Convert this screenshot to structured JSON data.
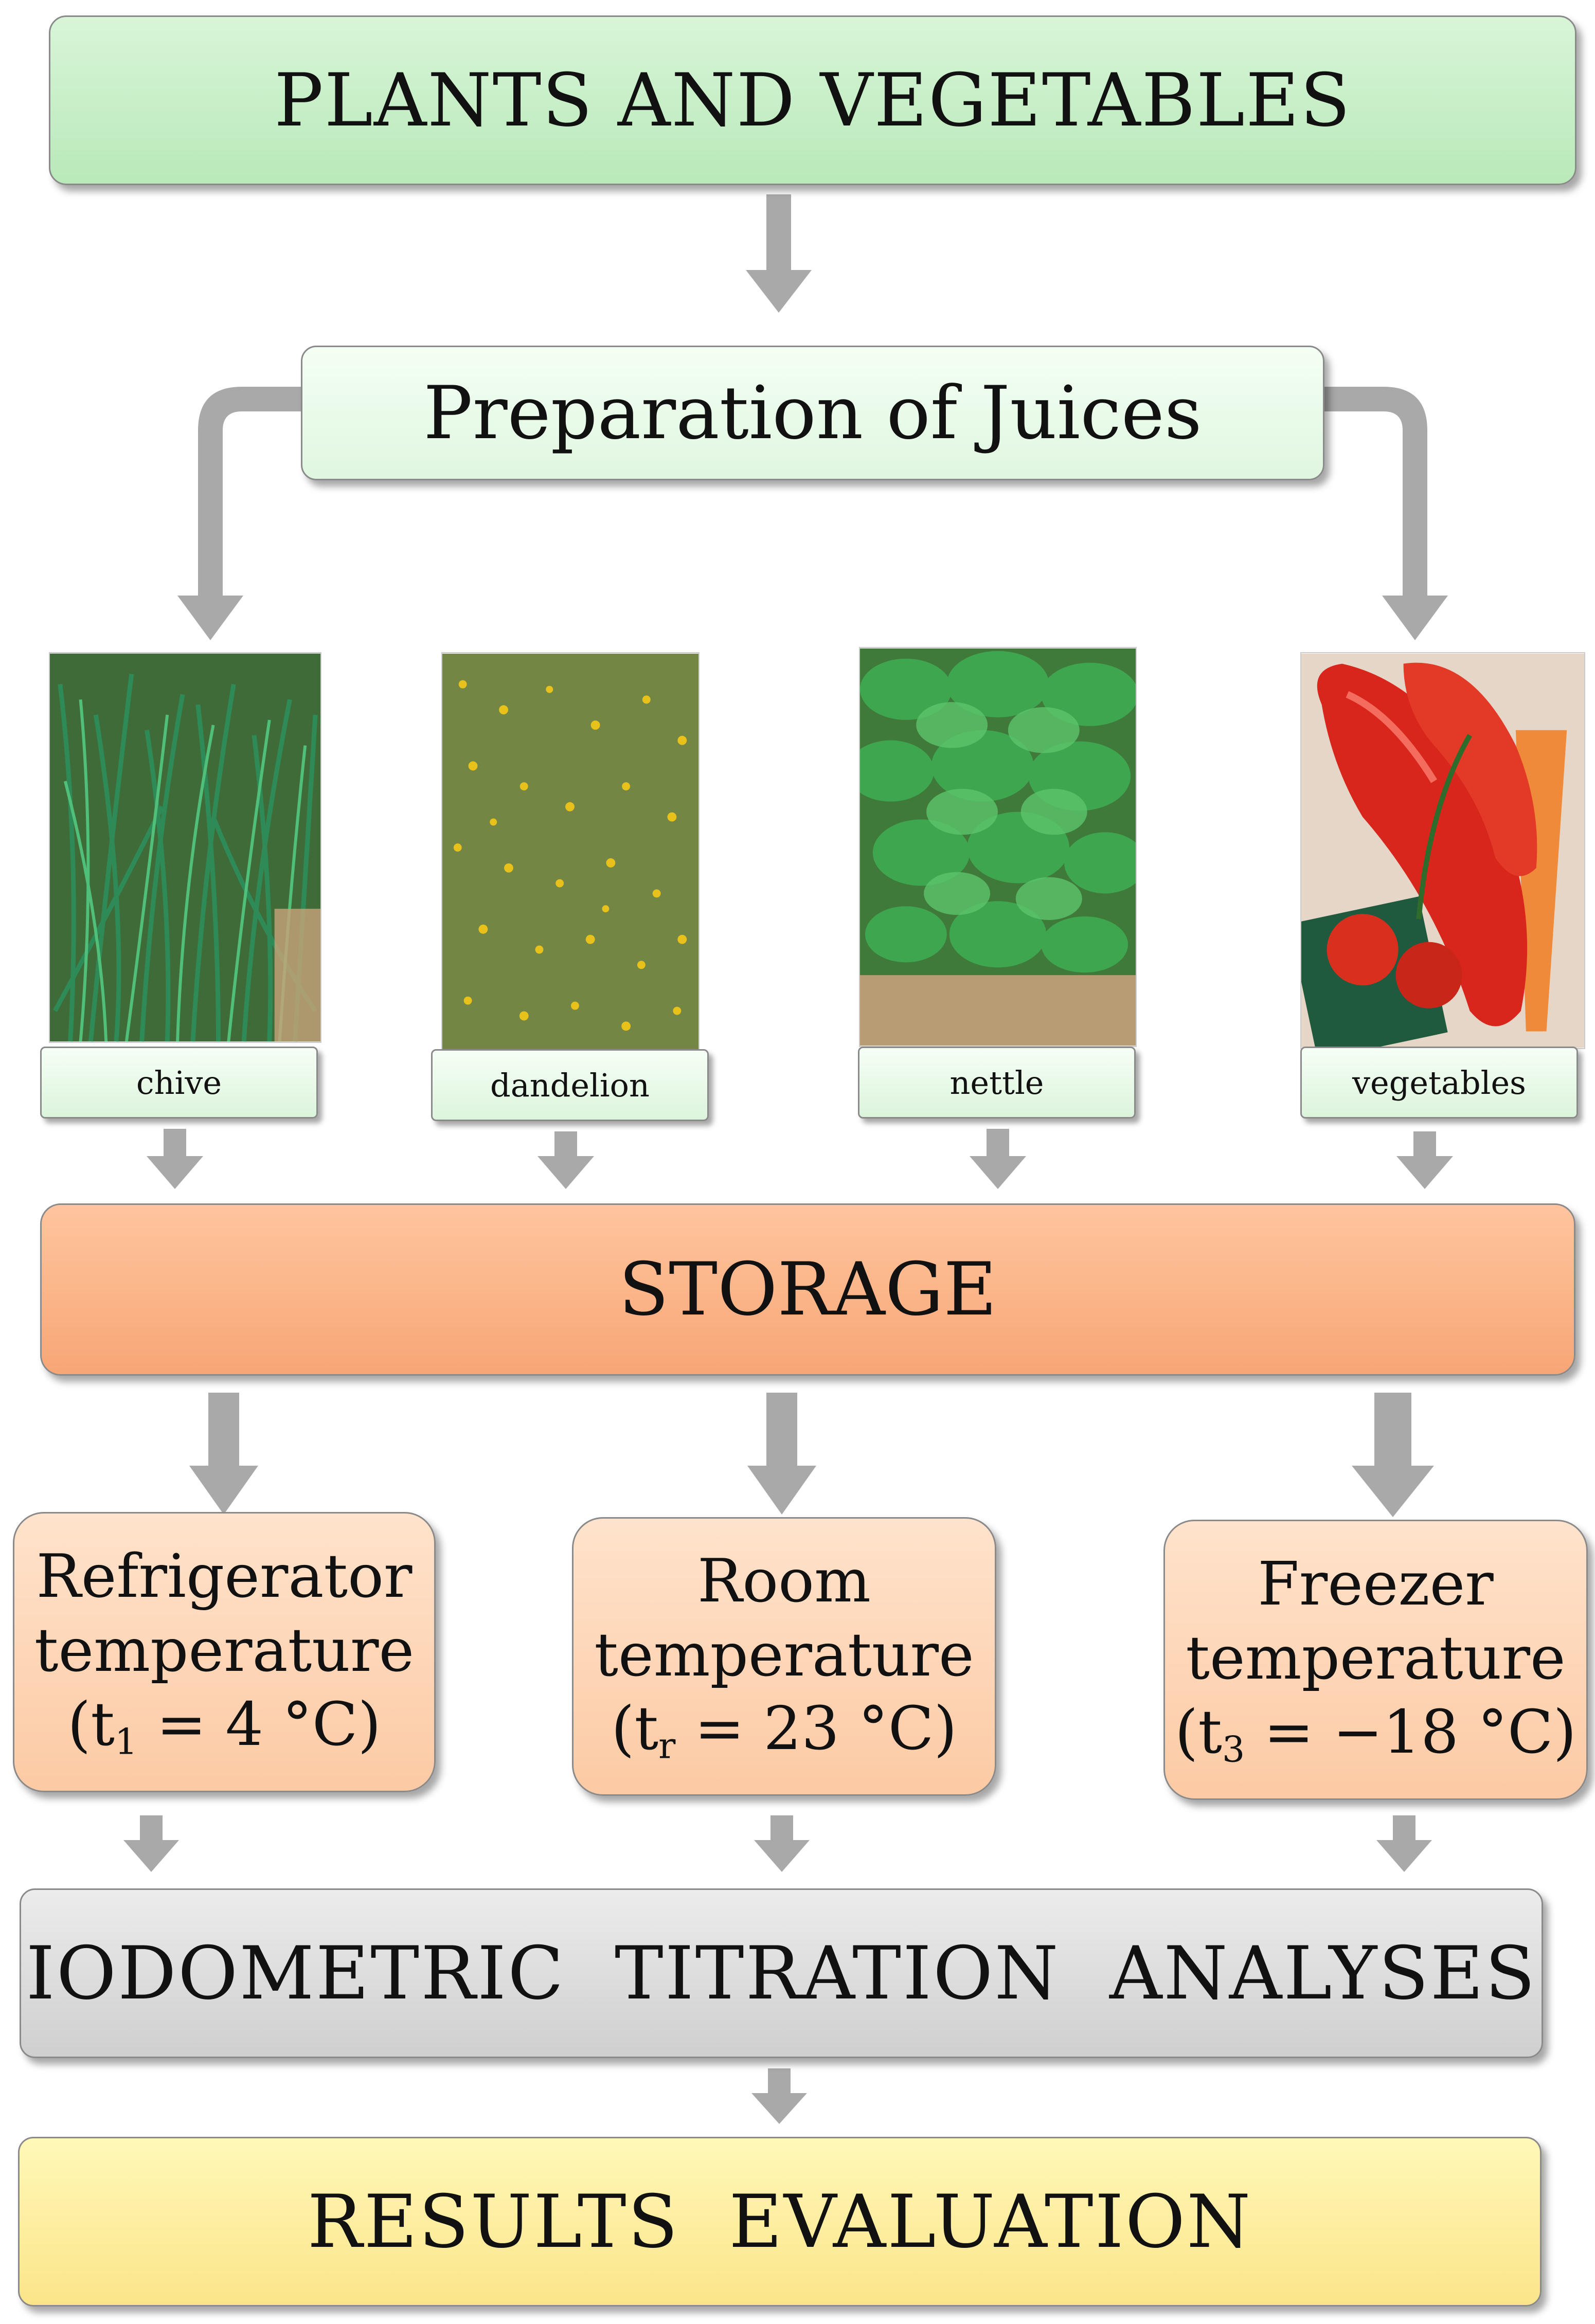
{
  "nodes": {
    "plants": "PLANTS AND VEGETABLES",
    "juices": "Preparation of Juices",
    "storage": "STORAGE",
    "iodometric": "IODOMETRIC  TITRATION  ANALYSES",
    "results": "RESULTS  EVALUATION"
  },
  "samples": [
    {
      "label": "chive"
    },
    {
      "label": "dandelion"
    },
    {
      "label": "nettle"
    },
    {
      "label": "vegetables"
    }
  ],
  "conditions": [
    {
      "line1": "Refrigerator",
      "line2": "temperature",
      "paren_open": "(t",
      "sub": "1",
      "rest": " = 4 °C)"
    },
    {
      "line1": "Room",
      "line2": "temperature",
      "paren_open": "(t",
      "sub": "r",
      "rest": " = 23 °C)"
    },
    {
      "line1": "Freezer",
      "line2": "temperature",
      "paren_open": "(t",
      "sub": "3",
      "rest": " = −18 °C)"
    }
  ],
  "colors": {
    "arrow": "#a9a9a9",
    "green": "#c2ecc2",
    "orange": "#f9ae80",
    "grey": "#d9d9d9",
    "yellow": "#fcea94"
  }
}
